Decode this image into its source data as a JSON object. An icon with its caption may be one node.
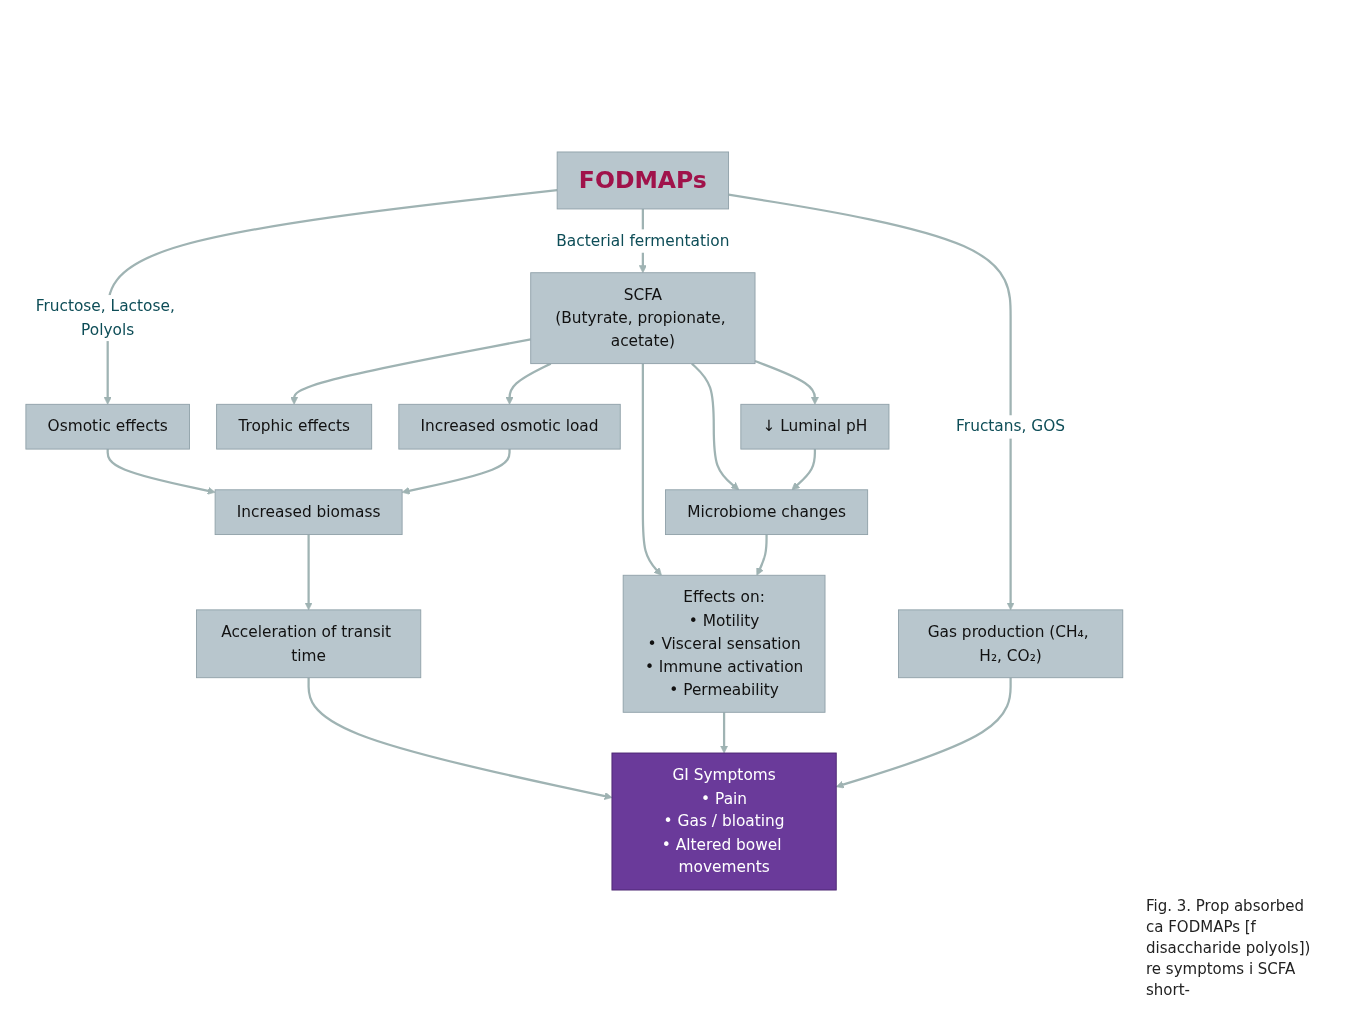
{
  "diagram": {
    "caption": "Fig. 3. Prop absorbed ca FODMAPs [f disaccharide polyols]) re symptoms i SCFA short-",
    "nodes": [
      {
        "text": [
          "FODMAPs"
        ]
      },
      {
        "text": [
          "Osmotic effects"
        ]
      },
      {
        "text": [
          "SCFA",
          "(Butyrate, propionate, acetate)"
        ]
      },
      {
        "text": [
          "Gas production (CH₄, H₂, CO₂)"
        ]
      },
      {
        "text": [
          "Trophic effects"
        ]
      },
      {
        "text": [
          "Increased osmotic load"
        ]
      },
      {
        "text": [
          "↓ Luminal pH"
        ]
      },
      {
        "text": [
          "Increased biomass"
        ]
      },
      {
        "text": [
          "Microbiome changes"
        ]
      },
      {
        "text": [
          "Acceleration of transit time"
        ]
      },
      {
        "text": [
          "Effects on:",
          "• Motility",
          "• Visceral sensation",
          "• Immune activation",
          "• Permeability"
        ]
      },
      {
        "text": [
          "GI Symptoms",
          "• Pain",
          "• Gas / bloating",
          "• Altered bowel movements"
        ]
      }
    ],
    "edges": [
      {
        "from": 0,
        "to": 1,
        "arrow": "to",
        "label": "Fructose, Lactose, Polyols"
      },
      {
        "from": 0,
        "to": 2,
        "arrow": "to",
        "label": "Bacterial fermentation"
      },
      {
        "from": 0,
        "to": 3,
        "arrow": "to",
        "label": "Fructans, GOS"
      },
      {
        "from": 1,
        "to": 7,
        "arrow": "to"
      },
      {
        "from": 2,
        "to": 4,
        "arrow": "to"
      },
      {
        "from": 2,
        "to": 5,
        "arrow": "to"
      },
      {
        "from": 2,
        "to": 6,
        "arrow": "to"
      },
      {
        "from": 2,
        "to": 8,
        "arrow": "to"
      },
      {
        "from": 2,
        "to": 10,
        "arrow": "to"
      },
      {
        "from": 5,
        "to": 7,
        "arrow": "to"
      },
      {
        "from": 6,
        "to": 8,
        "arrow": "to"
      },
      {
        "from": 7,
        "to": 9,
        "arrow": "to"
      },
      {
        "from": 8,
        "to": 10,
        "arrow": "to"
      },
      {
        "from": 9,
        "to": 11,
        "arrow": "to"
      },
      {
        "from": 10,
        "to": 11,
        "arrow": "to"
      },
      {
        "from": 3,
        "to": 11,
        "arrow": "to"
      }
    ]
  }
}
